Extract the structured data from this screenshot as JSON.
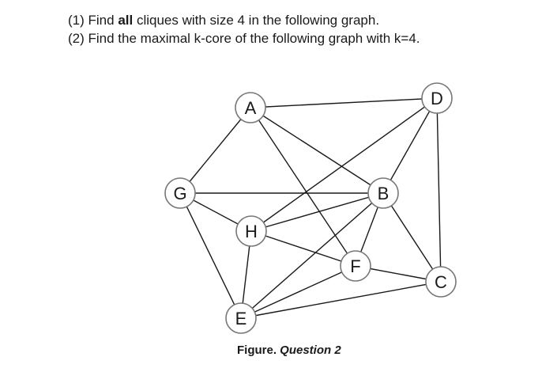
{
  "questions": [
    {
      "number": "(1)",
      "before": "Find ",
      "emphasis": "all",
      "after": " cliques with size 4 in the following graph."
    },
    {
      "number": "(2)",
      "before": "Find the maximal k-core of the following graph with k=4.",
      "emphasis": "",
      "after": ""
    }
  ],
  "graph": {
    "nodes": [
      {
        "id": "A",
        "label": "A"
      },
      {
        "id": "D",
        "label": "D"
      },
      {
        "id": "G",
        "label": "G"
      },
      {
        "id": "B",
        "label": "B"
      },
      {
        "id": "H",
        "label": "H"
      },
      {
        "id": "F",
        "label": "F"
      },
      {
        "id": "C",
        "label": "C"
      },
      {
        "id": "E",
        "label": "E"
      }
    ],
    "edges": [
      [
        "A",
        "D"
      ],
      [
        "A",
        "G"
      ],
      [
        "A",
        "B"
      ],
      [
        "A",
        "F"
      ],
      [
        "D",
        "H"
      ],
      [
        "D",
        "B"
      ],
      [
        "D",
        "C"
      ],
      [
        "G",
        "B"
      ],
      [
        "G",
        "H"
      ],
      [
        "G",
        "E"
      ],
      [
        "H",
        "B"
      ],
      [
        "H",
        "F"
      ],
      [
        "H",
        "E"
      ],
      [
        "B",
        "C"
      ],
      [
        "B",
        "F"
      ],
      [
        "B",
        "E"
      ],
      [
        "F",
        "C"
      ],
      [
        "F",
        "E"
      ],
      [
        "E",
        "C"
      ]
    ],
    "colors": {
      "stroke": "#1a1a1a",
      "node_fill": "#ffffff",
      "node_border": "#777777"
    }
  },
  "caption": {
    "prefix": "Figure. ",
    "name": "Question 2"
  }
}
